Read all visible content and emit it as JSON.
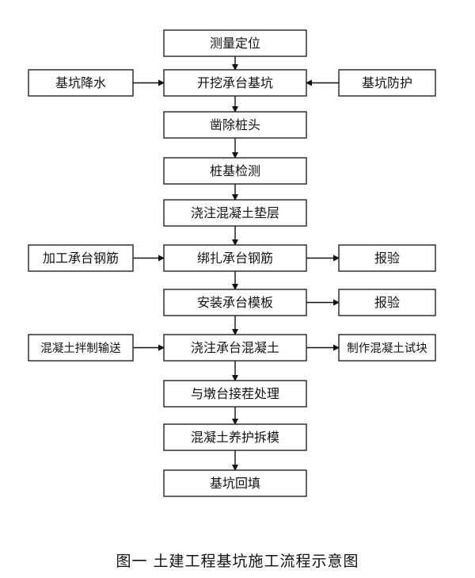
{
  "flowchart": {
    "main_steps": [
      {
        "id": "s1",
        "label": "测量定位"
      },
      {
        "id": "s2",
        "label": "开挖承台基坑"
      },
      {
        "id": "s3",
        "label": "凿除桩头"
      },
      {
        "id": "s4",
        "label": "桩基检测"
      },
      {
        "id": "s5",
        "label": "浇注混凝土垫层"
      },
      {
        "id": "s6",
        "label": "绑扎承台钢筋"
      },
      {
        "id": "s7",
        "label": "安装承台模板"
      },
      {
        "id": "s8",
        "label": "浇注承台混凝土"
      },
      {
        "id": "s9",
        "label": "与墩台接茬处理"
      },
      {
        "id": "s10",
        "label": "混凝土养护拆模"
      },
      {
        "id": "s11",
        "label": "基坑回填"
      }
    ],
    "left_inputs": [
      {
        "id": "l1",
        "label": "基坑降水",
        "target": "s2"
      },
      {
        "id": "l2",
        "label": "加工承台钢筋",
        "target": "s6"
      },
      {
        "id": "l3",
        "label": "混凝土拌制输送",
        "target": "s8"
      }
    ],
    "right_inputs": [
      {
        "id": "r1",
        "label": "基坑防护",
        "target": "s2"
      }
    ],
    "right_outputs": [
      {
        "id": "o1",
        "label": "报验",
        "source": "s6"
      },
      {
        "id": "o2",
        "label": "报验",
        "source": "s7"
      },
      {
        "id": "o3",
        "label": "制作混凝土试块",
        "source": "s8"
      }
    ]
  },
  "caption": "图一 土建工程基坑施工流程示意图"
}
